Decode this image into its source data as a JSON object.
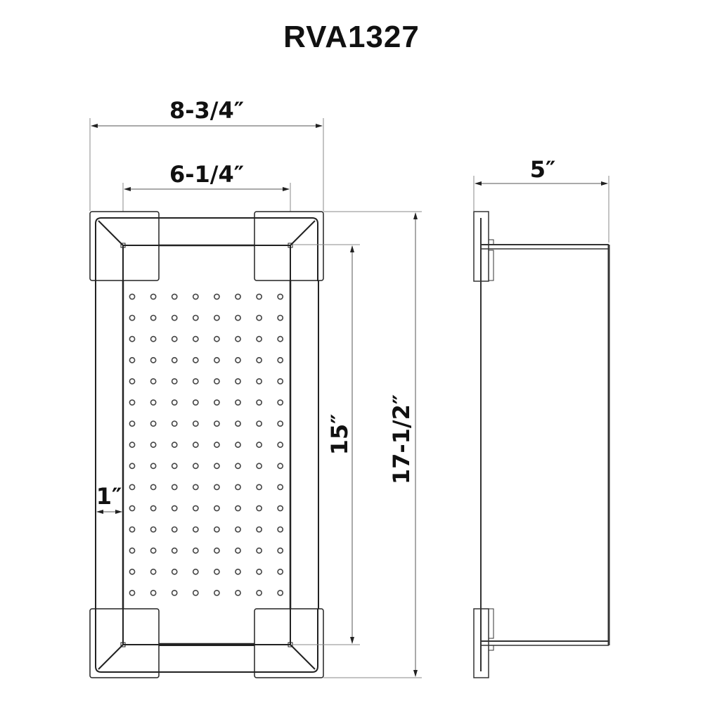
{
  "title": "RVA1327",
  "dimensions": {
    "overall_width": "8-3/4″",
    "inner_width": "6-1/4″",
    "depth": "5″",
    "inner_length": "15″",
    "overall_length": "17-1/2″",
    "rim_width": "1″"
  },
  "views": {
    "top_view": {
      "hole_rows": 15,
      "hole_columns": 8
    },
    "side_view": {}
  },
  "colors": {
    "line": "#222222",
    "dim_line": "#888888",
    "background": "#ffffff"
  }
}
